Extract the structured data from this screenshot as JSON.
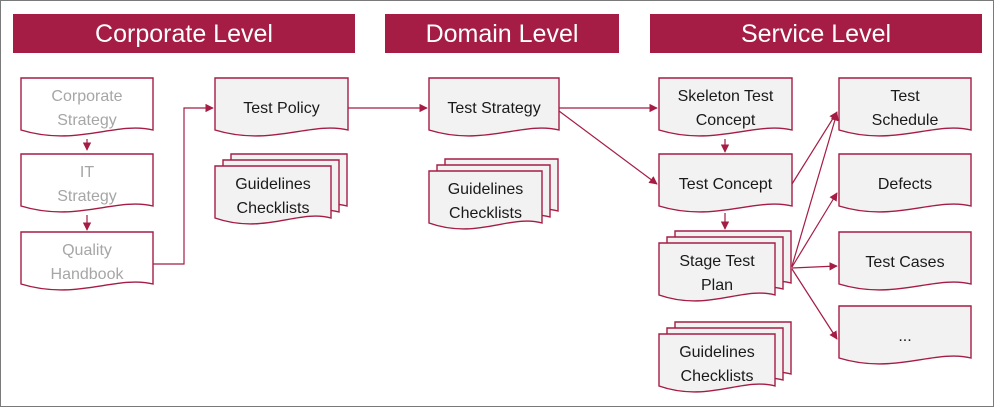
{
  "headers": {
    "corporate": "Corporate Level",
    "domain": "Domain Level",
    "service": "Service Level"
  },
  "corporate": {
    "strategy": [
      "Corporate",
      "Strategy"
    ],
    "it_strategy": [
      "IT",
      "Strategy"
    ],
    "quality_handbook": [
      "Quality",
      "Handbook"
    ],
    "test_policy": [
      "Test Policy"
    ],
    "guidelines": [
      "Guidelines",
      "Checklists"
    ]
  },
  "domain": {
    "test_strategy": [
      "Test Strategy"
    ],
    "guidelines": [
      "Guidelines",
      "Checklists"
    ]
  },
  "service": {
    "skeleton_test_concept": [
      "Skeleton Test",
      "Concept"
    ],
    "test_concept": [
      "Test Concept"
    ],
    "stage_test_plan": [
      "Stage Test",
      "Plan"
    ],
    "guidelines": [
      "Guidelines",
      "Checklists"
    ],
    "test_schedule": [
      "Test",
      "Schedule"
    ],
    "defects": [
      "Defects"
    ],
    "test_cases": [
      "Test Cases"
    ],
    "more": [
      "..."
    ]
  },
  "colors": {
    "accent": "#a51c45",
    "box_fill": "#f2f2f2",
    "faded_text": "#a6a6a6"
  }
}
